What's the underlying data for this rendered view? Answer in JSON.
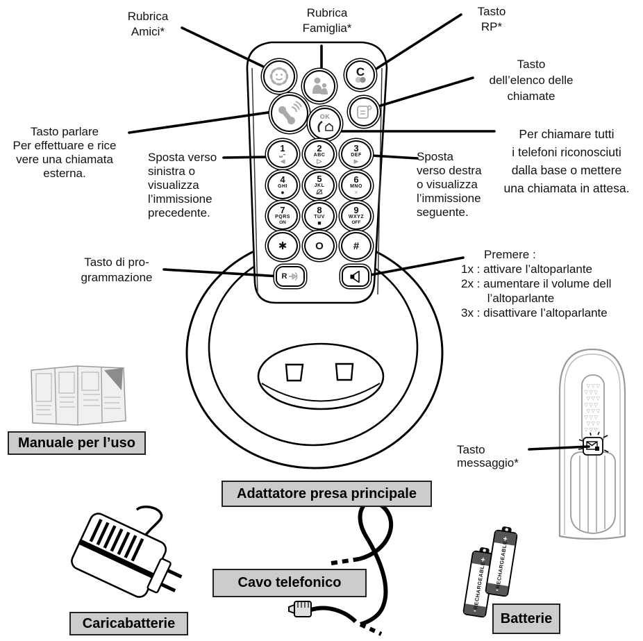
{
  "callouts": {
    "rubrica_amici": "Rubrica\nAmici*",
    "rubrica_famiglia": "Rubrica\nFamiglia*",
    "tasto_rp": "Tasto\nRP*",
    "tasto_elenco": "Tasto\ndell’elenco delle\nchiamate",
    "tasto_parlare": "Tasto parlare\nPer effettuare e rice\nvere una chiamata\nesterna.",
    "sposta_sinistra": "Sposta verso\nsinistra o\nvisualizza\nl’immissione\nprecedente.",
    "sposta_destra": "Sposta\nverso destra\no visualizza\nl’immissione\nseguente.",
    "per_chiamare": "Per chiamare tutti\ni telefoni riconosciuti\ndalla base o mettere\nuna chiamata in attesa.",
    "tasto_programmazione": "Tasto di pro-\ngrammazione",
    "premere": "       Premere :\n1x : attivare l’altoparlante\n2x : aumentare il volume dell\n        l’altoparlante\n3x : disattivare l’altoparlante",
    "tasto_messaggio": "Tasto\nmessaggio*"
  },
  "part_labels": {
    "manuale": "Manuale per l’uso",
    "adattatore": "Adattatore presa principale",
    "cavo": "Cavo telefonico",
    "caricabatterie": "Caricabatterie",
    "batterie": "Batterie"
  },
  "handset_front": {
    "ok_label": "OK",
    "rp_label": "C",
    "r_label": "R",
    "keys": [
      {
        "digit": "1",
        "letters": "␣–",
        "symbol": "◀"
      },
      {
        "digit": "2",
        "letters": "ABC",
        "symbol": "▷"
      },
      {
        "digit": "3",
        "letters": "DEF",
        "symbol": "▶"
      },
      {
        "digit": "4",
        "letters": "GHI",
        "symbol": "●"
      },
      {
        "digit": "5",
        "letters": "JKL"
      },
      {
        "digit": "6",
        "letters": "MNO",
        "symbol": "×"
      },
      {
        "digit": "7",
        "letters": "PQRS",
        "symbol": "ON"
      },
      {
        "digit": "8",
        "letters": "TUV",
        "symbol": "■"
      },
      {
        "digit": "9",
        "letters": "WXYZ",
        "symbol": "OFF"
      },
      {
        "digit": "✱"
      },
      {
        "digit": "O"
      },
      {
        "digit": "#"
      }
    ],
    "icons": {
      "amici": "flower-smiley",
      "famiglia": "family-silhouettes",
      "parlare": "phone-with-waves",
      "intercom": "phone-and-house",
      "elenco": "call-list-scroll",
      "ringer_off": "bell-crossed",
      "program": "arrow-right",
      "speaker": "loudspeaker",
      "messaggio": "envelope"
    }
  },
  "back_handset": {
    "speaker_holes_row": "▽▽▽"
  },
  "batteries": {
    "label": "RECHARGEABLE",
    "plus": "+",
    "minus": "-"
  },
  "colors": {
    "line": "#000000",
    "gray_icon": "#aaaaaa",
    "label_box_bg": "#cccccc",
    "back_outline": "#999999"
  }
}
